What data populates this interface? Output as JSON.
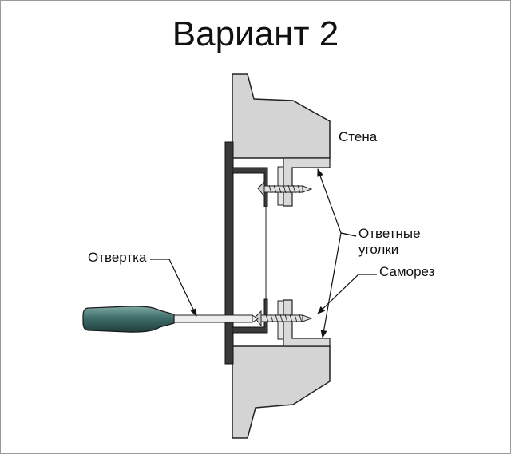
{
  "title": "Вариант 2",
  "labels": {
    "wall": "Стена",
    "counter_angles_line1": "Ответные",
    "counter_angles_line2": "уголки",
    "screw": "Саморез",
    "screwdriver": "Отвертка"
  },
  "colors": {
    "wall_fill": "#d4d4d4",
    "outline": "#222222",
    "door_frame": "#3a3a3a",
    "handle": "#3e6e6a"
  }
}
